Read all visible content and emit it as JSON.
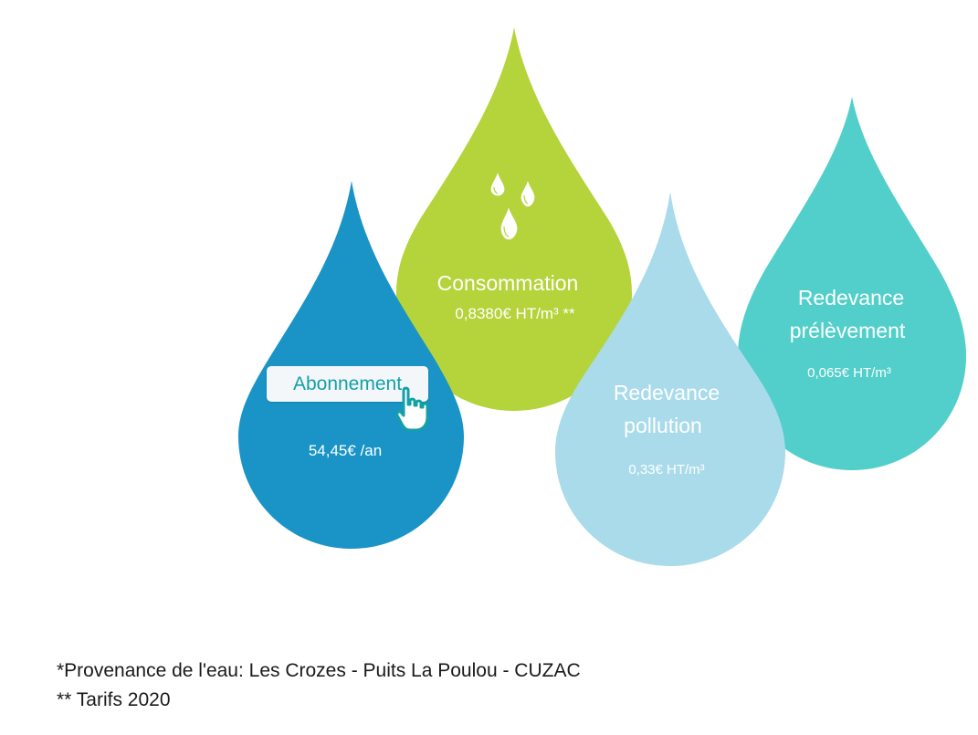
{
  "drops": {
    "abonnement": {
      "label": "Abonnement",
      "price": "54,45€ /an",
      "color": "#1a94c6"
    },
    "consommation": {
      "label": "Consommation",
      "price": "0,8380€ HT/m³ **",
      "color": "#b5d33b",
      "icon": "water-drops-icon"
    },
    "redevance_pollution": {
      "label_line1": "Redevance",
      "label_line2": "pollution",
      "price": "0,33€ HT/m³",
      "color": "#a9dbeb"
    },
    "redevance_prelevement": {
      "label_line1": "Redevance",
      "label_line2": "prélèvement",
      "price": "0,065€ HT/m³",
      "color": "#52cfca"
    }
  },
  "cursor_icon": "hand-pointer-icon",
  "footnotes": {
    "line1": "*Provenance de l'eau:  Les Crozes - Puits La Poulou - CUZAC",
    "line2": "** Tarifs 2020"
  }
}
